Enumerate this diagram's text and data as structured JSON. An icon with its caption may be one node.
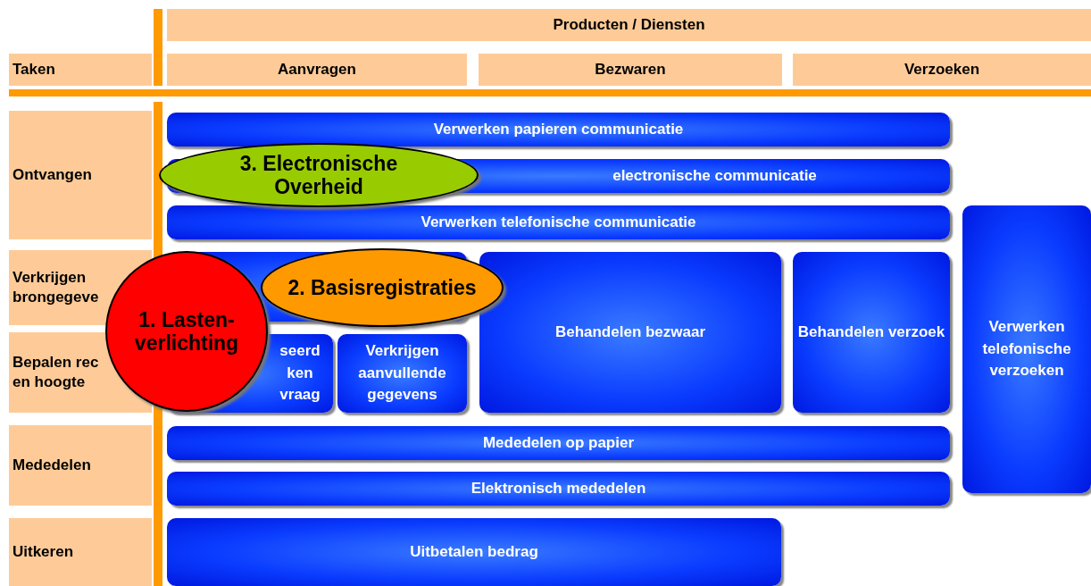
{
  "diagram": {
    "nodes": [
      {
        "text": [
          "Producten / Diensten"
        ]
      },
      {
        "text": [
          "Taken"
        ]
      },
      {
        "text": [
          "Aanvragen"
        ]
      },
      {
        "text": [
          "Bezwaren"
        ]
      },
      {
        "text": [
          "Verzoeken"
        ]
      },
      {
        "text": [
          "Ontvangen"
        ]
      },
      {
        "text": [
          "Verwerken papieren communicatie"
        ]
      },
      {
        "text": [
          "electronische communicatie"
        ]
      },
      {
        "text": [
          "Verwerken telefonische communicatie"
        ]
      },
      {
        "text": [
          "Verwerken telefonische verzoeken"
        ]
      },
      {
        "text": [
          "Verkrijgen brongegeve"
        ]
      },
      {
        "text": [],
        "shape": "box"
      },
      {
        "text": [
          "Behandelen bezwaar"
        ]
      },
      {
        "text": [
          "Behandelen verzoek"
        ]
      },
      {
        "text": [
          "Bepalen rec en hoogte"
        ]
      },
      {
        "text": [
          "seerd ken vraag"
        ]
      },
      {
        "text": [
          "Verkrijgen aanvullende gegevens"
        ]
      },
      {
        "text": [
          "Mededelen"
        ]
      },
      {
        "text": [
          "Mededelen op papier"
        ]
      },
      {
        "text": [
          "Elektronisch mededelen"
        ]
      },
      {
        "text": [
          "Uitkeren"
        ]
      },
      {
        "text": [
          "Uitbetalen bedrag"
        ]
      },
      {
        "text": [
          "3. Electronische Overheid"
        ]
      },
      {
        "text": [
          "2. Basisregistraties"
        ]
      },
      {
        "text": [
          "1. Lasten- verlichting"
        ]
      }
    ]
  }
}
